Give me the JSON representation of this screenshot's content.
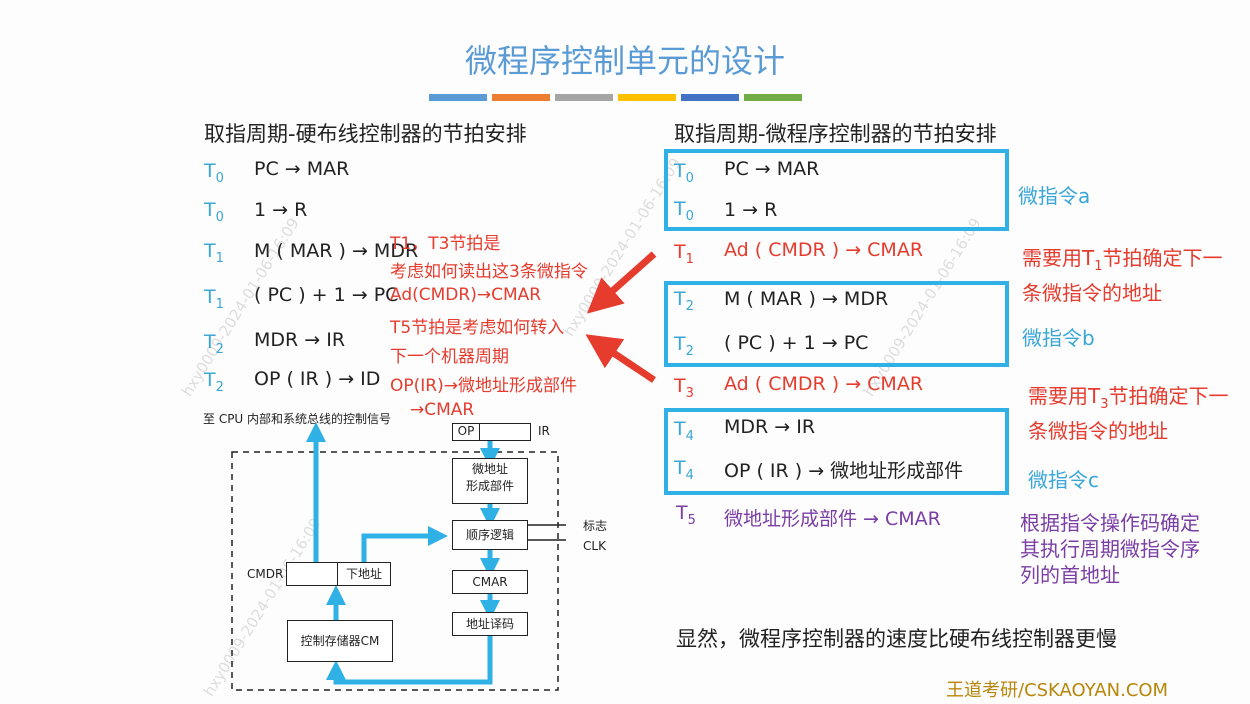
{
  "title": "微程序控制单元的设计",
  "colorbar": [
    "#5b9bd5",
    "#ed7d31",
    "#a5a5a5",
    "#ffc000",
    "#4472c4",
    "#70ad47"
  ],
  "left": {
    "heading": "取指周期-硬布线控制器的节拍安排",
    "rows": [
      {
        "t": "T",
        "sub": "0",
        "op": "PC → MAR"
      },
      {
        "t": "T",
        "sub": "0",
        "op": "1 → R"
      },
      {
        "t": "T",
        "sub": "1",
        "op": "M ( MAR ) → MDR"
      },
      {
        "t": "T",
        "sub": "1",
        "op": "( PC ) + 1 → PC"
      },
      {
        "t": "T",
        "sub": "2",
        "op": "MDR → IR"
      },
      {
        "t": "T",
        "sub": "2",
        "op": "OP ( IR ) → ID"
      }
    ]
  },
  "annotation": {
    "line1": "T1，T3节拍是",
    "line2": "考虑如何读出这3条微指令",
    "line3": "Ad(CMDR)→CMAR",
    "line4": "T5节拍是考虑如何转入",
    "line5": "下一个机器周期",
    "line6": "OP(IR)→微地址形成部件",
    "line7": "→CMAR"
  },
  "right": {
    "heading": "取指周期-微程序控制器的节拍安排",
    "rows": [
      {
        "t": "T",
        "sub": "0",
        "op": "PC → MAR",
        "color": "normal"
      },
      {
        "t": "T",
        "sub": "0",
        "op": "1 → R",
        "color": "normal"
      },
      {
        "t": "T",
        "sub": "1",
        "op": "Ad ( CMDR ) → CMAR",
        "color": "red"
      },
      {
        "t": "T",
        "sub": "2",
        "op": "M ( MAR ) → MDR",
        "color": "normal"
      },
      {
        "t": "T",
        "sub": "2",
        "op": "( PC ) + 1 → PC",
        "color": "normal"
      },
      {
        "t": "T",
        "sub": "3",
        "op": "Ad ( CMDR ) → CMAR",
        "color": "red"
      },
      {
        "t": "T",
        "sub": "4",
        "op": "MDR → IR",
        "color": "normal"
      },
      {
        "t": "T",
        "sub": "4",
        "op": "OP ( IR ) → 微地址形成部件",
        "color": "normal"
      },
      {
        "t": "T",
        "sub": "5",
        "op": "微地址形成部件 → CMAR",
        "color": "purple"
      }
    ],
    "micro_a": "微指令a",
    "micro_b": "微指令b",
    "micro_c": "微指令c",
    "note1_a": "需要用T",
    "note1_sub": "1",
    "note1_b": "节拍确定下一条微指令的地址",
    "note2_a": "需要用T",
    "note2_sub": "3",
    "note2_b": "节拍确定下一条微指令的地址",
    "note3": "根据指令操作码确定其执行周期微指令序列的首地址"
  },
  "diagram": {
    "top_label": "至 CPU 内部和系统总线的控制信号",
    "op": "OP",
    "ir": "IR",
    "micro_addr_gen_1": "微地址",
    "micro_addr_gen_2": "形成部件",
    "seq_logic": "顺序逻辑",
    "flag": "标志",
    "clk": "CLK",
    "cmar": "CMAR",
    "addr_decode": "地址译码",
    "cm": "控制存储器CM",
    "cmdr": "CMDR",
    "next_addr": "下地址"
  },
  "conclusion": "显然，微程序控制器的速度比硬布线控制器更慢",
  "footer": "王道考研/CSKAOYAN.COM",
  "watermark": "hxy0009-2024-01-06-16:09"
}
